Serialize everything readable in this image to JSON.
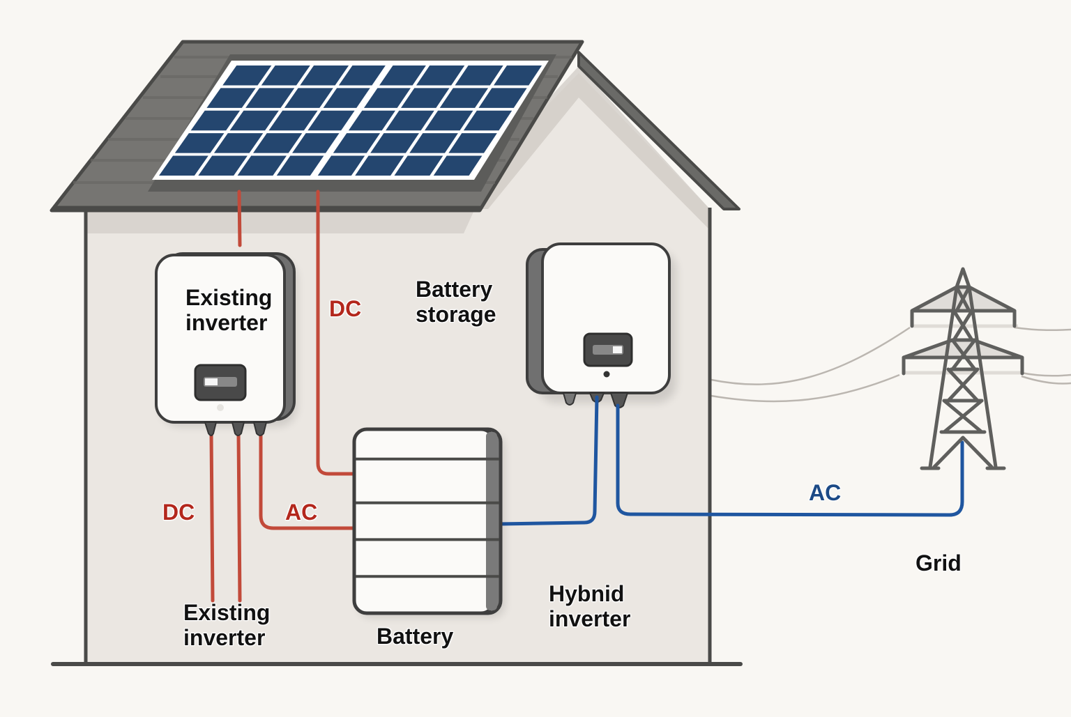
{
  "title": "Solar system with existing inverter, battery storage and hybrid inverter connected to the grid",
  "colors": {
    "background": "#f9f7f3",
    "wall": "#ebe7e2",
    "roof": "#6f6e6b",
    "outline": "#4a4a48",
    "panel_cell": "#24466f",
    "dc_wire": "#c24a3a",
    "ac_wire_red": "#c24a3a",
    "ac_wire_blue": "#1f56a0",
    "power_line": "#b8b3ad"
  },
  "solar_array": {
    "panels": 2,
    "columns_per_panel": 4,
    "rows": 5
  },
  "labels": {
    "existing_inverter_top": [
      "Existing",
      "inverter"
    ],
    "existing_inverter_bottom": [
      "Existing",
      "inverter"
    ],
    "battery_storage": [
      "Battery",
      "storage"
    ],
    "battery": "Battery",
    "hybrid_inverter": [
      "Hybnid",
      "inverter"
    ],
    "grid": "Grid",
    "dc_upper": "DC",
    "dc_lower": "DC",
    "ac_red": "AC",
    "ac_blue": "AC"
  },
  "battery": {
    "modules": 5
  },
  "icons": {
    "house": "house-icon",
    "solar_panel": "solar-panel-icon",
    "inverter": "inverter-icon",
    "battery": "battery-icon",
    "pylon": "transmission-tower-icon"
  }
}
